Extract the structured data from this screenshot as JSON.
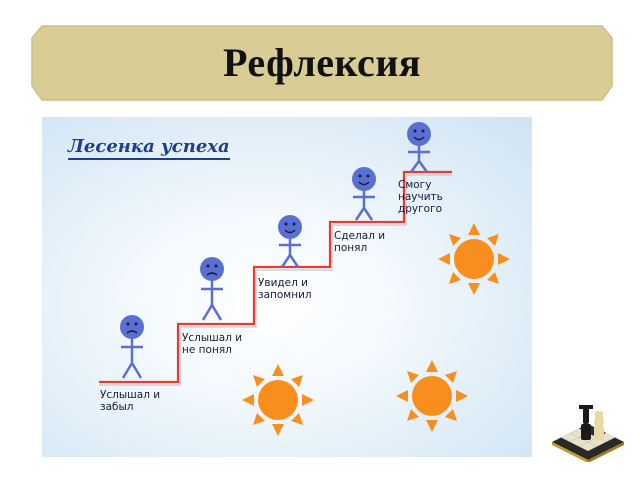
{
  "title": "Рефлексия",
  "ladder": {
    "heading": "Лесенка успеха",
    "steps": [
      {
        "label": "Услышал и\nзабыл",
        "mood": "sad"
      },
      {
        "label": "Услышал и\nне понял",
        "mood": "sad"
      },
      {
        "label": "Увидел и\nзапомнил",
        "mood": "happy"
      },
      {
        "label": "Сделал и\nпонял",
        "mood": "happy"
      },
      {
        "label": "Смогу\nнаучить\nдругого",
        "mood": "happy"
      }
    ]
  },
  "colors": {
    "banner": "#d9cc94",
    "stair_line": "#e63b35",
    "figure": "#5a6fd2",
    "sun": "#f78e1e",
    "heading": "#1f3f8a"
  },
  "icons": {
    "figure": "stick-figure-icon",
    "sun": "sun-icon",
    "logo": "chess-pieces-icon"
  }
}
